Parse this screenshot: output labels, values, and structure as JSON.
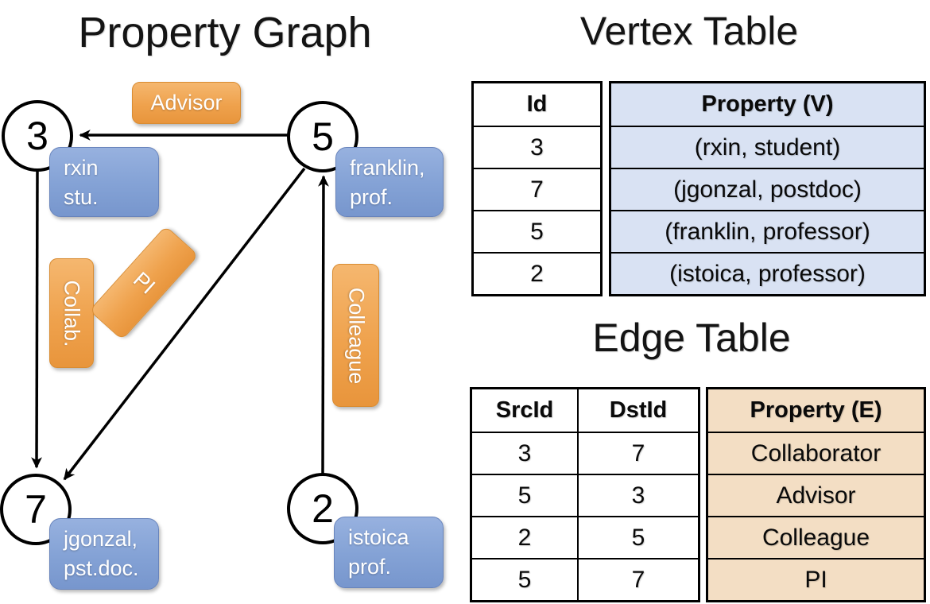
{
  "graph": {
    "title": "Property Graph",
    "nodes": [
      "3",
      "5",
      "7",
      "2"
    ],
    "edge_labels": {
      "advisor": "Advisor",
      "collab": "Collab.",
      "pi": "PI",
      "colleague": "Colleague"
    },
    "vertex_boxes": [
      {
        "line1": "rxin",
        "line2": "stu."
      },
      {
        "line1": "franklin,",
        "line2": "prof."
      },
      {
        "line1": "jgonzal,",
        "line2": "pst.doc."
      },
      {
        "line1": "istoica",
        "line2": "prof."
      }
    ]
  },
  "vertex_table": {
    "title": "Vertex Table",
    "headers": {
      "id": "Id",
      "property": "Property (V)"
    },
    "rows": [
      {
        "id": "3",
        "property": "(rxin, student)"
      },
      {
        "id": "7",
        "property": "(jgonzal, postdoc)"
      },
      {
        "id": "5",
        "property": "(franklin, professor)"
      },
      {
        "id": "2",
        "property": "(istoica, professor)"
      }
    ]
  },
  "edge_table": {
    "title": "Edge Table",
    "headers": {
      "src": "SrcId",
      "dst": "DstId",
      "property": "Property (E)"
    },
    "rows": [
      {
        "src": "3",
        "dst": "7",
        "property": "Collaborator"
      },
      {
        "src": "5",
        "dst": "3",
        "property": "Advisor"
      },
      {
        "src": "2",
        "dst": "5",
        "property": "Colleague"
      },
      {
        "src": "5",
        "dst": "7",
        "property": "PI"
      }
    ]
  },
  "colors": {
    "edge_label_box": "#EFA24D",
    "vertex_property_box": "#85A3D6",
    "vertex_table_cell": "#D9E2F3",
    "edge_table_cell": "#F3DEC4",
    "line": "#000000"
  }
}
